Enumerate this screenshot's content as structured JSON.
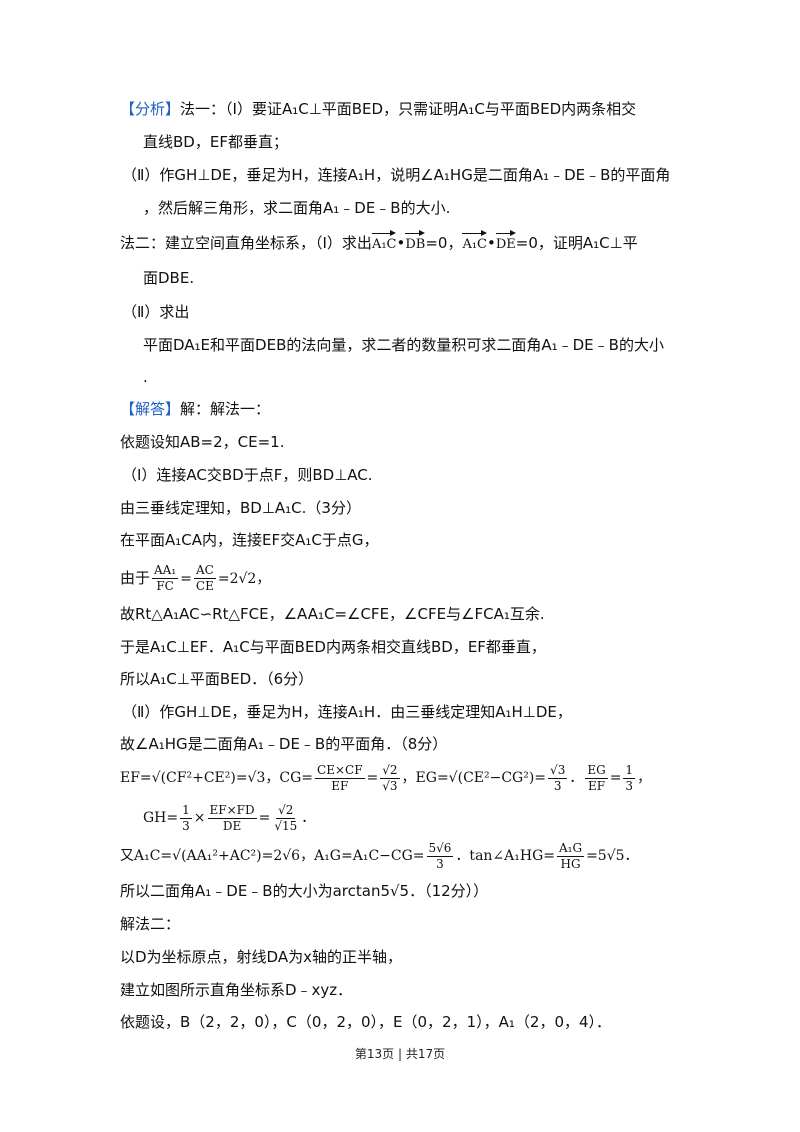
{
  "lines": [
    {
      "tag": "【分析】",
      "text": "法一：（Ⅰ）要证A₁C⊥平面BED，只需证明A₁C与平面BED内两条相交"
    },
    {
      "text": "直线BD，EF都垂直；"
    },
    {
      "text": "（Ⅱ）作GH⊥DE，垂足为H，连接A₁H，说明∠A₁HG是二面角A₁﹣DE﹣B的平面角"
    },
    {
      "text": "，然后解三角形，求二面角A₁﹣DE﹣B的大小."
    },
    {
      "text_a": "法二：建立空间直角坐标系，（Ⅰ）求出",
      "vec1": "A₁C",
      "dot": "•",
      "vec2": "DB",
      "eq1": "=0，",
      "vec3": "A₁C",
      "vec4": "DE",
      "eq2": "=0，证明A₁C⊥平"
    },
    {
      "text": "面DBE."
    },
    {
      "text": "（Ⅱ）求出"
    },
    {
      "text": "平面DA₁E和平面DEB的法向量，求二者的数量积可求二面角A₁﹣DE﹣B的大小"
    },
    {
      "text": "."
    },
    {
      "tag": "【解答】",
      "text": "解：解法一："
    },
    {
      "text": "依题设知AB=2，CE=1."
    },
    {
      "text": "（Ⅰ）连接AC交BD于点F，则BD⊥AC."
    },
    {
      "text": "由三垂线定理知，BD⊥A₁C.（3分）"
    },
    {
      "text": "在平面A₁CA内，连接EF交A₁C于点G，"
    },
    {
      "pre": "由于",
      "f1n": "AA₁",
      "f1d": "FC",
      "eq": "=",
      "f2n": "AC",
      "f2d": "CE",
      "post": "=2√2，"
    },
    {
      "text": "故Rt△A₁AC∽Rt△FCE，∠AA₁C=∠CFE，∠CFE与∠FCA₁互余."
    },
    {
      "text": "于是A₁C⊥EF．A₁C与平面BED内两条相交直线BD，EF都垂直，"
    },
    {
      "text": "所以A₁C⊥平面BED．（6分）"
    },
    {
      "text": "（Ⅱ）作GH⊥DE，垂足为H，连接A₁H．由三垂线定理知A₁H⊥DE，"
    },
    {
      "text": "故∠A₁HG是二面角A₁﹣DE﹣B的平面角．（8分）"
    },
    {
      "m1": "EF=√(CF²+CE²)=√3，CG=",
      "f1n": "CE×CF",
      "f1d": "EF",
      "eq1": "=",
      "f2n": "√2",
      "f2d": "√3",
      "m2": "，EG=√(CE²−CG²)=",
      "f3n": "√3",
      "f3d": "3",
      "m3": "．",
      "f4n": "EG",
      "f4d": "EF",
      "eq4": "=",
      "f5n": "1",
      "f5d": "3",
      "m4": "，"
    },
    {
      "pre": "GH=",
      "f1n": "1",
      "f1d": "3",
      "times": "×",
      "f2n": "EF×FD",
      "f2d": "DE",
      "eq": "=",
      "f3n": "√2",
      "f3d": "√15",
      "post": "．"
    },
    {
      "m1": "又A₁C=√(AA₁²+AC²)=2√6，A₁G=A₁C−CG=",
      "f1n": "5√6",
      "f1d": "3",
      "m2": "．tan∠A₁HG=",
      "f2n": "A₁G",
      "f2d": "HG",
      "m3": "=5√5．"
    },
    {
      "text": "所以二面角A₁﹣DE﹣B的大小为arctan5√5．（12分））"
    },
    {
      "text": "解法二："
    },
    {
      "text": "以D为坐标原点，射线DA为x轴的正半轴，"
    },
    {
      "text": "建立如图所示直角坐标系D﹣xyz．"
    },
    {
      "text": "依题设，B（2，2，0），C（0，2，0），E（0，2，1），A₁（2，0，4）．"
    }
  ],
  "footer": "第13页 | 共17页",
  "colors": {
    "tag": "#1f5fbf",
    "text": "#111111"
  }
}
